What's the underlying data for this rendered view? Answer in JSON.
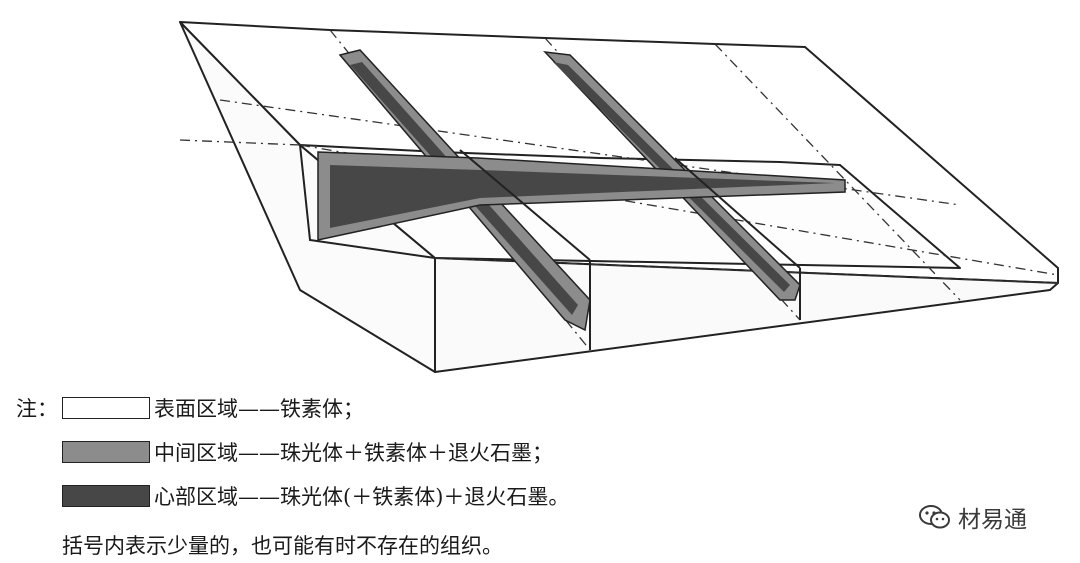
{
  "legend": {
    "note_label": "注：",
    "items": [
      {
        "label": "表面区域——铁素体；",
        "color": "#ffffff"
      },
      {
        "label": "中间区域——珠光体＋铁素体＋退火石墨；",
        "color": "#8c8c8c"
      },
      {
        "label": "心部区域——珠光体(＋铁素体)＋退火石墨。",
        "color": "#474747"
      }
    ]
  },
  "footnote": "括号内表示少量的，也可能有时不存在的组织。",
  "watermark": {
    "text": "材易通",
    "icon": "wechat-icon"
  }
}
